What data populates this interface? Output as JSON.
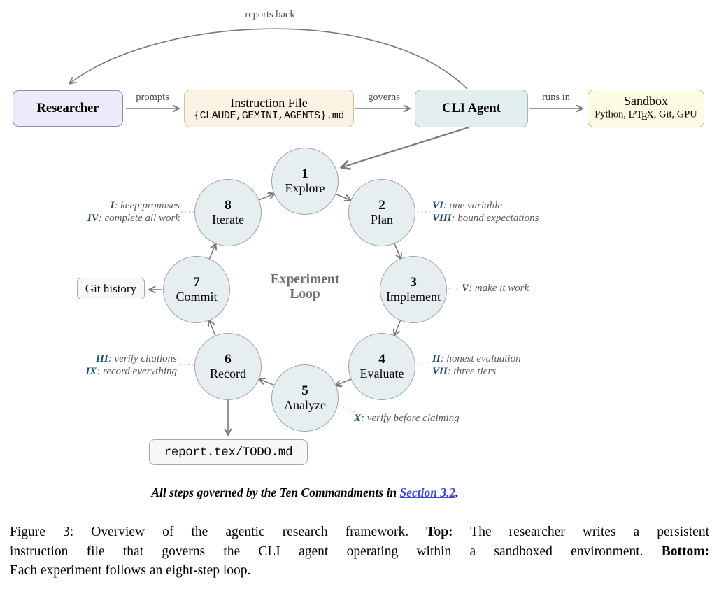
{
  "edges": {
    "reports_back": "reports back",
    "prompts": "prompts",
    "governs": "governs",
    "runs_in": "runs in"
  },
  "nodes": {
    "researcher": {
      "label": "Researcher"
    },
    "instruction_file": {
      "title": "Instruction File",
      "filename": "{CLAUDE,GEMINI,AGENTS}.md"
    },
    "cli_agent": {
      "label": "CLI Agent"
    },
    "sandbox": {
      "title": "Sandbox",
      "subtitle_pre": "Python, ",
      "latex_l": "L",
      "latex_a": "A",
      "latex_t": "T",
      "latex_e": "E",
      "latex_x": "X",
      "subtitle_post": ", Git, GPU"
    }
  },
  "loop": {
    "title_line1": "Experiment",
    "title_line2": "Loop",
    "steps": [
      {
        "num": "1",
        "label": "Explore"
      },
      {
        "num": "2",
        "label": "Plan"
      },
      {
        "num": "3",
        "label": "Implement"
      },
      {
        "num": "4",
        "label": "Evaluate"
      },
      {
        "num": "5",
        "label": "Analyze"
      },
      {
        "num": "6",
        "label": "Record"
      },
      {
        "num": "7",
        "label": "Commit"
      },
      {
        "num": "8",
        "label": "Iterate"
      }
    ]
  },
  "artifacts": {
    "git_history": "Git history",
    "report": "report.tex/TODO.md"
  },
  "annotations": {
    "iterate": [
      {
        "num": "I",
        "rest": ": keep promises"
      },
      {
        "num": "IV",
        "rest": ": complete all work"
      }
    ],
    "plan": [
      {
        "num": "VI",
        "rest": ": one variable"
      },
      {
        "num": "VIII",
        "rest": ": bound expectations"
      }
    ],
    "implement": [
      {
        "num": "V",
        "rest": ": make it work"
      }
    ],
    "evaluate": [
      {
        "num": "II",
        "rest": ": honest evaluation"
      },
      {
        "num": "VII",
        "rest": ": three tiers"
      }
    ],
    "record": [
      {
        "num": "III",
        "rest": ": verify citations"
      },
      {
        "num": "IX",
        "rest": ": record everything"
      }
    ],
    "analyze": [
      {
        "num": "X",
        "rest": ": verify before claiming"
      }
    ]
  },
  "footer": {
    "pre": "All steps governed by the Ten Commandments in ",
    "link": "Section 3.2",
    "post": "."
  },
  "caption": {
    "line1_pre": "Figure 3: Overview of the agentic research framework.",
    "line1_bold": "Top:",
    "line1_post": "The researcher writes a persistent",
    "line2_pre": "instruction file that governs the CLI agent operating within a sandboxed environment.",
    "line2_bold": "Bottom:",
    "line3": "Each experiment follows an eight-step loop."
  },
  "colors": {
    "circle_fill": "#e6eef0",
    "researcher_fill": "#ebebfa",
    "instruction_fill": "#fcf2e3",
    "cli_fill": "#e1edef",
    "sandbox_fill": "#fcfce5",
    "artifact_fill": "#f7f7f7",
    "arrow": "#7a7a7a",
    "numeral_blue": "#1f4e6e",
    "link_blue": "#3c46d8"
  }
}
